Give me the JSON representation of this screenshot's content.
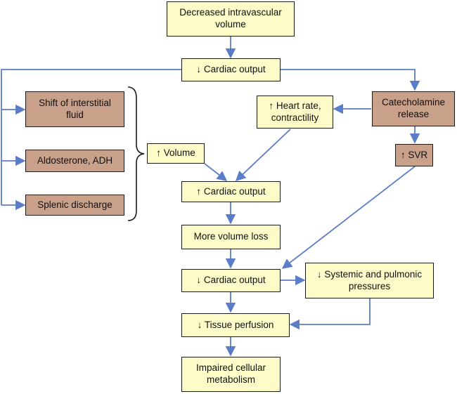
{
  "colors": {
    "yellow_box": "#fdfcc8",
    "brown_box": "#c9a08a",
    "arrow": "#5b7cc7",
    "border": "#1a1a1a"
  },
  "nodes": {
    "decreased_volume": "Decreased intravascular\nvolume",
    "cardiac_output_down_top": "↓ Cardiac output",
    "shift_interstitial": "Shift of interstitial\nfluid",
    "aldosterone_adh": "Aldosterone, ADH",
    "splenic_discharge": "Splenic discharge",
    "heart_rate": "↑ Heart rate,\ncontractility",
    "catecholamine": "Catecholamine\nrelease",
    "volume_up": "↑ Volume",
    "svr_up": "↑ SVR",
    "cardiac_output_up": "↑ Cardiac output",
    "more_volume_loss": "More volume loss",
    "cardiac_output_down_bottom": "↓ Cardiac output",
    "systemic_pulmonic": "↓ Systemic and pulmonic\npressures",
    "tissue_perfusion": "↓ Tissue perfusion",
    "impaired_metabolism": "Impaired cellular\nmetabolism"
  }
}
